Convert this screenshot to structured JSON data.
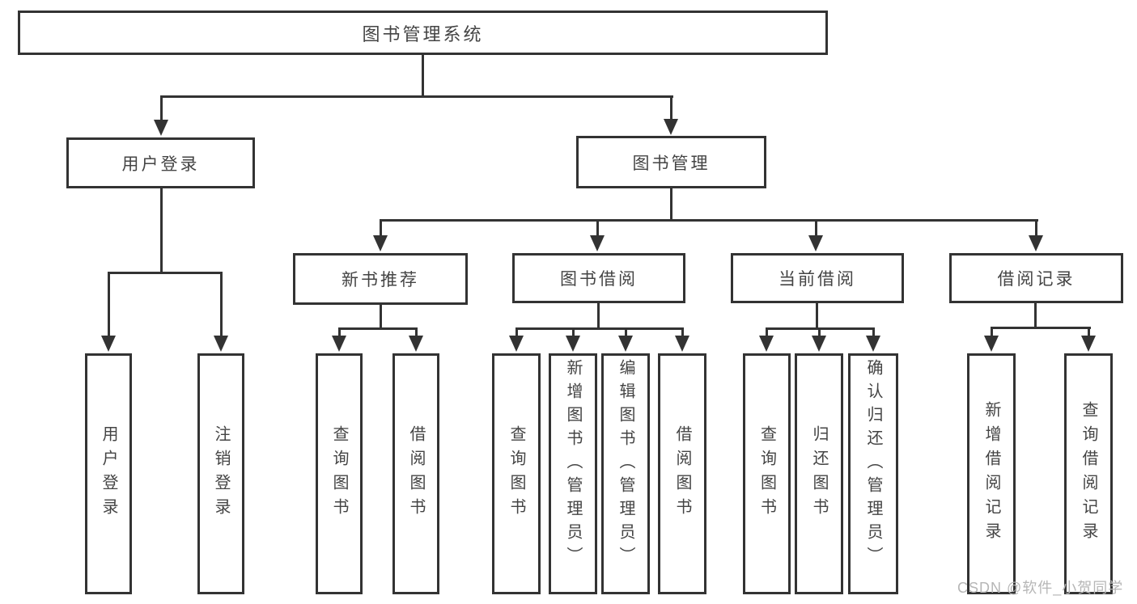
{
  "root_label": "图书管理系统",
  "level1": {
    "user_login": "用户登录",
    "book_mgmt": "图书管理"
  },
  "level2": {
    "new_book_rec": "新书推荐",
    "book_borrow": "图书借阅",
    "current_borrow": "当前借阅",
    "borrow_records": "借阅记录"
  },
  "leaves": {
    "user_login": {
      "login": "用户登录",
      "logout": "注销登录"
    },
    "new_book_rec": {
      "query": "查询图书",
      "borrow": "借阅图书"
    },
    "book_borrow": {
      "query": "查询图书",
      "add": "新增图书（管理员）",
      "edit": "编辑图书（管理员）",
      "borrow": "借阅图书"
    },
    "current_borrow": {
      "query": "查询图书",
      "return": "归还图书",
      "confirm": "确认归还（管理员）"
    },
    "borrow_records": {
      "add": "新增借阅记录",
      "query": "查询借阅记录"
    }
  },
  "watermark": "CSDN @软件_小贺同学",
  "colors": {
    "line": "#333333",
    "text": "#444444",
    "watermark_text": "#b6b6b6",
    "background": "#ffffff"
  }
}
